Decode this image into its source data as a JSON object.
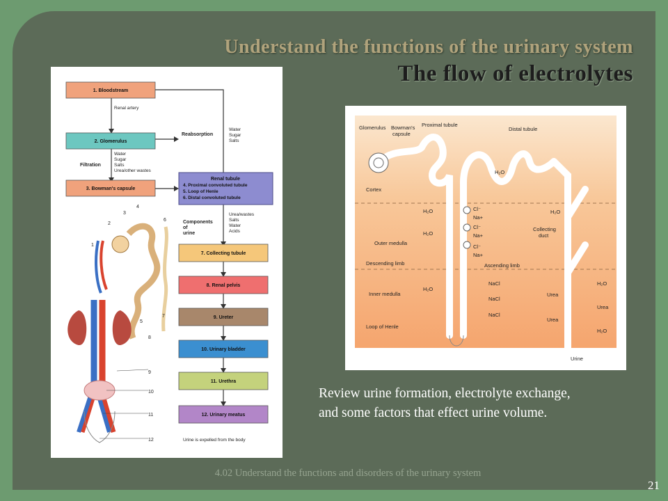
{
  "title_line1": "Understand the functions of the urinary system",
  "title_line2": "The flow of electrolytes",
  "caption_line1": "Review urine formation, electrolyte exchange,",
  "caption_line2": "and some factors that effect urine volume.",
  "footer": "4.02 Understand the functions and disorders of the urinary system",
  "page_number": "21",
  "flowchart": {
    "boxes": [
      {
        "label": "1. Bloodstream",
        "color": "#f0a27c"
      },
      {
        "label": "2. Glomerulus",
        "color": "#6cc7c0"
      },
      {
        "label": "3. Bowman's capsule",
        "color": "#f0a27c"
      },
      {
        "label": "7. Collecting tubule",
        "color": "#f5c77a"
      },
      {
        "label": "8. Renal pelvis",
        "color": "#ef6f6f"
      },
      {
        "label": "9. Ureter",
        "color": "#a8876b"
      },
      {
        "label": "10. Urinary bladder",
        "color": "#3b8fd0"
      },
      {
        "label": "11. Urethra",
        "color": "#c4d27c"
      },
      {
        "label": "12. Urinary meatus",
        "color": "#b286c8"
      }
    ],
    "tubule_box": [
      "Renal tubule",
      "4. Proximal convoluted tubule",
      "5. Loop of Henle",
      "6. Distal convoluted tubule"
    ],
    "renal_artery": "Renal artery",
    "reabsorption": "Reabsorption",
    "reabsorption_items": [
      "Water",
      "Sugar",
      "Salts"
    ],
    "filtration": "Filtration",
    "filtration_items": [
      "Water",
      "Sugar",
      "Salts",
      "Urea/other wastes"
    ],
    "components_title": [
      "Components",
      "of",
      "urine"
    ],
    "components_items": [
      "Urea/wastes",
      "Salts",
      "Water",
      "Acids"
    ],
    "expelled": "Urine is expelled from the body",
    "numbers": [
      "1",
      "2",
      "3",
      "4",
      "5",
      "6",
      "7",
      "8",
      "9",
      "10",
      "11",
      "12"
    ]
  },
  "nephron": {
    "glomerulus": "Glomerulus",
    "bowmans": [
      "Bowman's",
      "capsule"
    ],
    "proximal": "Proximal tubule",
    "distal": "Distal tubule",
    "cortex": "Cortex",
    "outer_medulla": "Outer medulla",
    "descending": "Descending limb",
    "ascending": "Ascending limb",
    "inner_medulla": "Inner medulla",
    "loop": "Loop of Henle",
    "collecting": [
      "Collecting",
      "duct"
    ],
    "urine": "Urine",
    "h2o": "H₂O",
    "cl": "Cl⁻",
    "na": "Na+",
    "nacl": "NaCl",
    "urea": "Urea"
  }
}
